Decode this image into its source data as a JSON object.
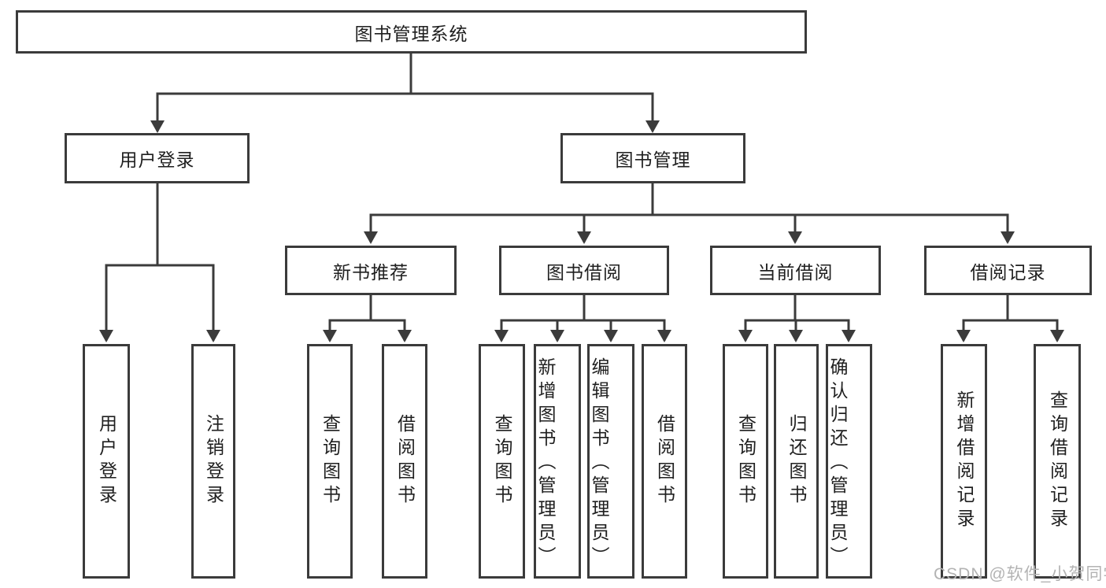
{
  "diagram": {
    "title": "图书管理系统",
    "root": {
      "label": "图书管理系统"
    },
    "login_branch": {
      "label": "用户登录",
      "children": [
        {
          "label": "用户登录"
        },
        {
          "label": "注销登录"
        }
      ]
    },
    "management_branch": {
      "label": "图书管理",
      "groups": [
        {
          "label": "新书推荐",
          "children": [
            {
              "label": "查询图书"
            },
            {
              "label": "借阅图书"
            }
          ]
        },
        {
          "label": "图书借阅",
          "children": [
            {
              "label": "查询图书"
            },
            {
              "label": "新增图书（管理员）"
            },
            {
              "label": "编辑图书（管理员）"
            },
            {
              "label": "借阅图书"
            }
          ]
        },
        {
          "label": "当前借阅",
          "children": [
            {
              "label": "查询图书"
            },
            {
              "label": "归还图书"
            },
            {
              "label": "确认归还（管理员）"
            }
          ]
        },
        {
          "label": "借阅记录",
          "children": [
            {
              "label": "新增借阅记录"
            },
            {
              "label": "查询借阅记录"
            }
          ]
        }
      ]
    },
    "watermark": "CSDN @软件_小贺同学",
    "colors": {
      "line": "#3b3b3b",
      "text": "#1f1f1f",
      "watermark": "#b3b3b3",
      "background": "#ffffff"
    }
  }
}
